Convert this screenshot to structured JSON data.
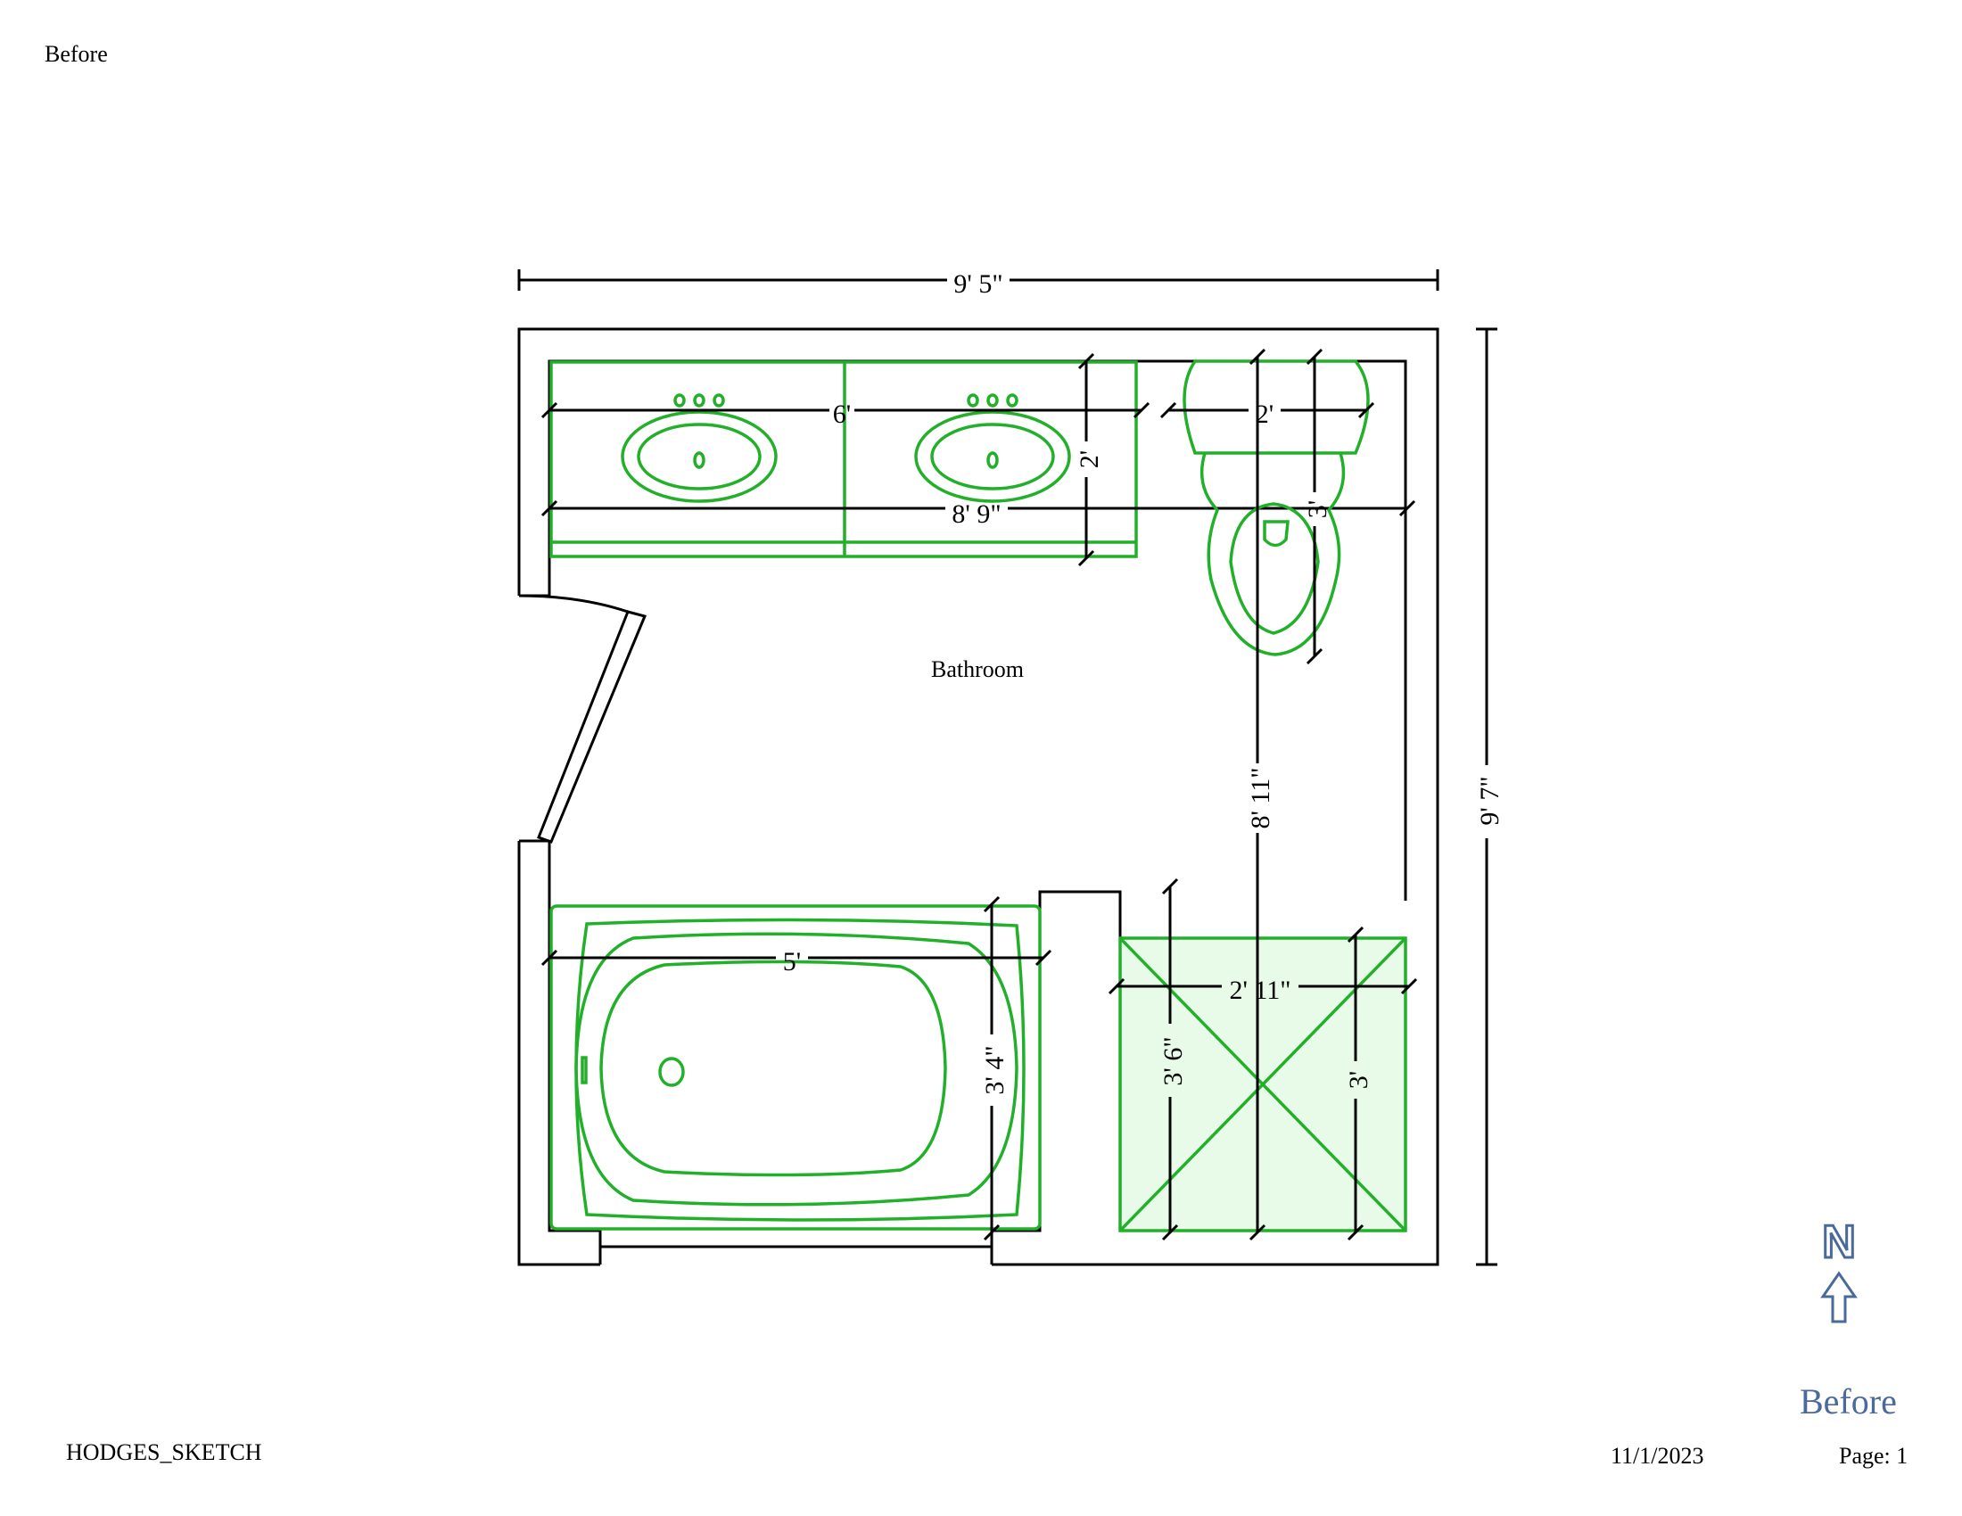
{
  "page": {
    "header_label": "Before",
    "footer_name": "HODGES_SKETCH",
    "footer_date": "11/1/2023",
    "footer_page": "Page: 1"
  },
  "room": {
    "name": "Bathroom"
  },
  "dimensions": {
    "overall_width": "9' 5\"",
    "overall_depth": "9' 7\"",
    "vanity_length": "6'",
    "vanity_depth": "2'",
    "back_wall_run": "8' 9\"",
    "toilet_width": "2'",
    "toilet_depth": "3'",
    "side_run": "8' 11\"",
    "tub_length": "5'",
    "tub_width": "3' 4\"",
    "shower_width": "2' 11\"",
    "shower_depth_left": "3' 6\"",
    "shower_depth_right": "3'"
  },
  "compass": {
    "letter": "N",
    "label": "Before",
    "icon": "north-arrow-icon"
  },
  "colors": {
    "fixture": "#22b02a",
    "shower_fill": "#e8fbe8",
    "compass": "#4a6a9a"
  }
}
